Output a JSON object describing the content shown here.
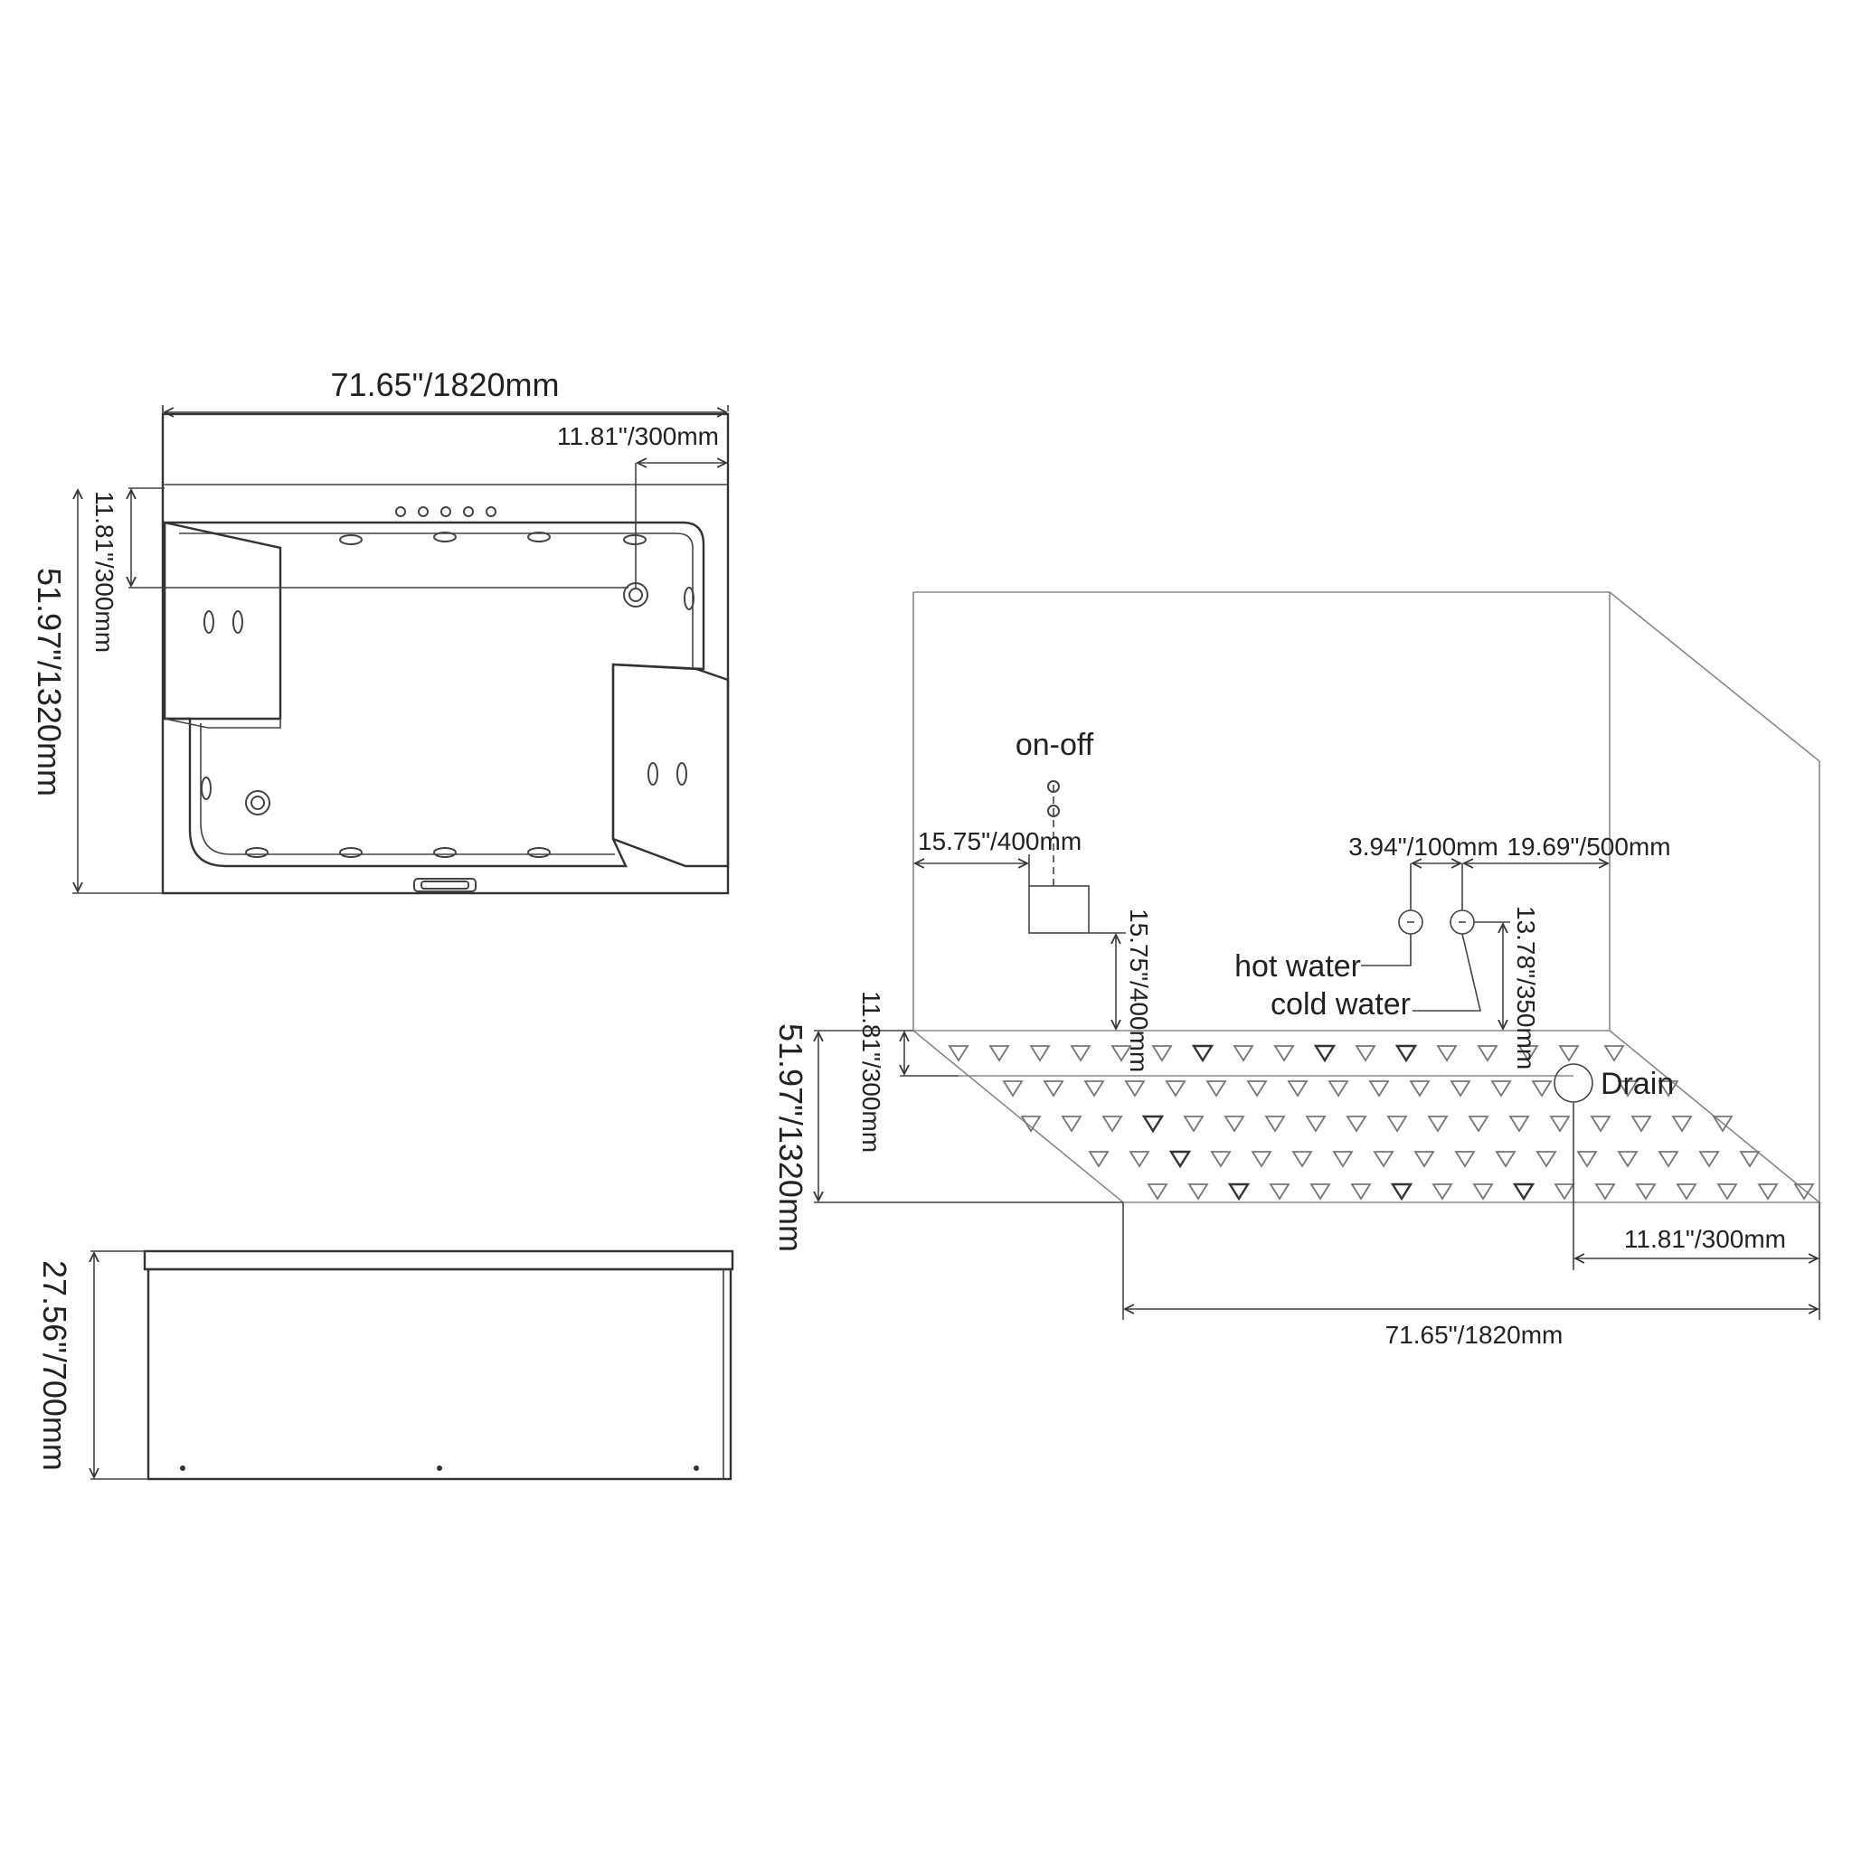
{
  "top_view": {
    "width_dim": "71.65\"/1820mm",
    "depth_dim": "51.97\"/1320mm",
    "drain_offset_x_dim": "11.81\"/300mm",
    "drain_offset_y_dim": "11.81\"/300mm"
  },
  "side_view": {
    "height_dim": "27.56\"/700mm"
  },
  "installation_view": {
    "label_on_off": "on-off",
    "label_hot_water": "hot water",
    "label_cold_water": "cold water",
    "label_drain": "Drain",
    "switch_offset_dim": "15.75\"/400mm",
    "switch_height_dim": "15.75\"/400mm",
    "valve_spacing_dim": "3.94\"/100mm",
    "valve_offset_dim": "19.69\"/500mm",
    "valve_height_dim": "13.78\"/350mm",
    "floor_depth_dim": "51.97\"/1320mm",
    "drain_offset_y_dim": "11.81\"/300mm",
    "drain_offset_x_dim": "11.81\"/300mm",
    "floor_width_dim": "71.65\"/1820mm"
  }
}
